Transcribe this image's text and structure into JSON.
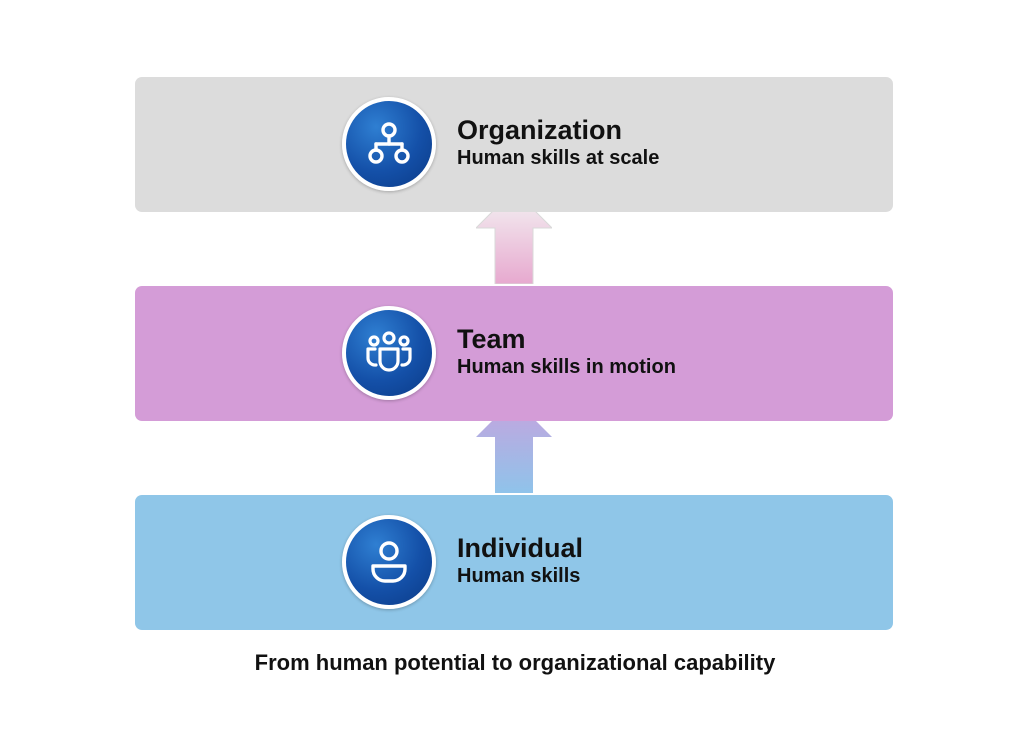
{
  "tiers": {
    "organization": {
      "title": "Organization",
      "subtitle": "Human skills at scale",
      "icon": "org-chart-icon",
      "color": "#dcdcdc"
    },
    "team": {
      "title": "Team",
      "subtitle": "Human skills in motion",
      "icon": "people-team-icon",
      "color": "#d49cd7"
    },
    "individual": {
      "title": "Individual",
      "subtitle": "Human skills",
      "icon": "person-icon",
      "color": "#8fc6e8"
    }
  },
  "badge_color": "#1450a8",
  "caption": "From human potential to organizational capability"
}
